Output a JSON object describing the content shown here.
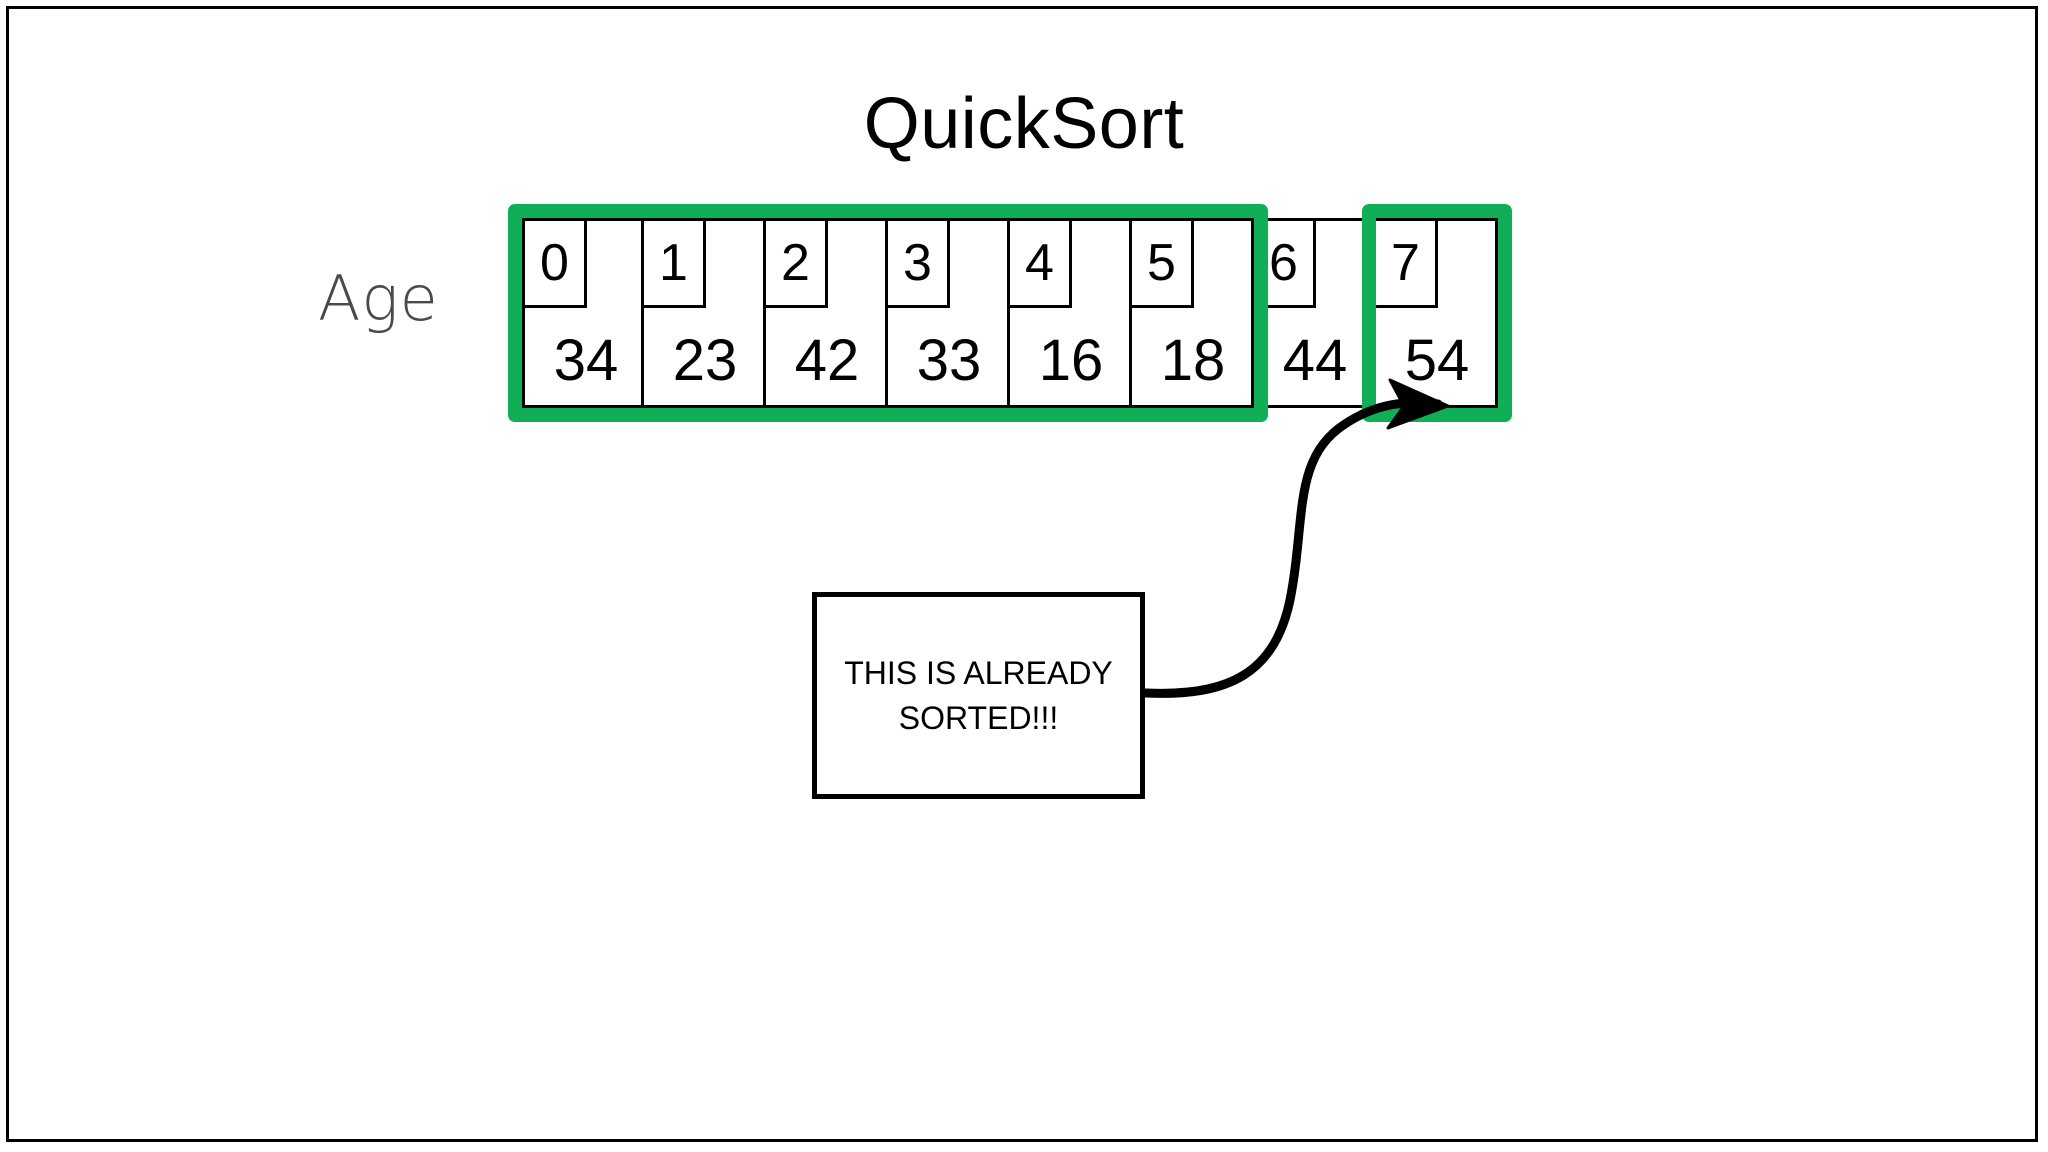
{
  "page": {
    "title": "QuickSort",
    "background_color": "#ffffff",
    "frame_color": "#000000"
  },
  "colors": {
    "highlight_green": "#10ae55",
    "outline_black": "#000000",
    "label_gray": "#4a4a4a"
  },
  "array": {
    "row_label": "Age",
    "indices": [
      "0",
      "1",
      "2",
      "3",
      "4",
      "5",
      "6",
      "7"
    ],
    "values": [
      "34",
      "23",
      "42",
      "33",
      "16",
      "18",
      "44",
      "54"
    ],
    "highlighted_indices": [
      0,
      1,
      2,
      3,
      4,
      5,
      7
    ],
    "highlight_groups": [
      {
        "name": "sorted-left-partition",
        "from": 0,
        "to": 5
      },
      {
        "name": "pivot-cell",
        "from": 7,
        "to": 7
      }
    ]
  },
  "annotation": {
    "text": "THIS IS ALREADY\nSORTED!!!",
    "points_to_index": "7"
  }
}
